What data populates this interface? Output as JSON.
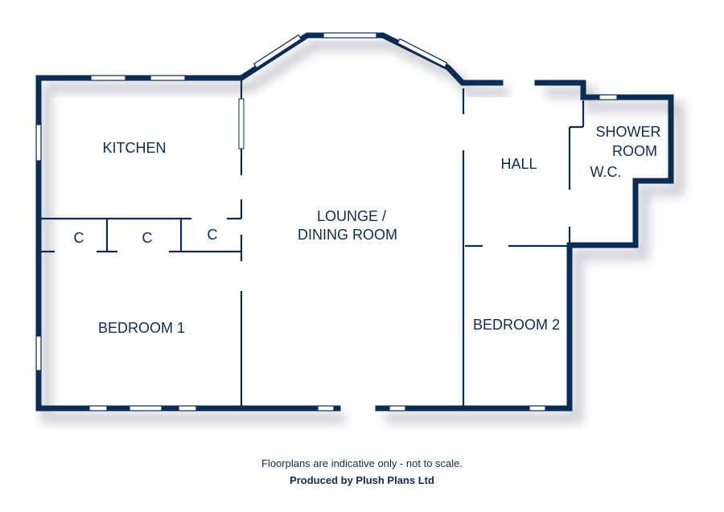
{
  "rooms": {
    "kitchen": "KITCHEN",
    "lounge_line1": "LOUNGE /",
    "lounge_line2": "DINING ROOM",
    "hall": "HALL",
    "shower_line1": "SHOWER",
    "shower_line2": "ROOM",
    "shower_line3": "W.C.",
    "bedroom1": "BEDROOM 1",
    "bedroom2": "BEDROOM 2",
    "cupboard1": "C",
    "cupboard2": "C",
    "cupboard3": "C"
  },
  "footer": {
    "disclaimer": "Floorplans are indicative only - not to scale.",
    "credit": "Produced by Plush Plans Ltd"
  },
  "colors": {
    "wall": "#0d2c54",
    "shadow": "#c9ccd2"
  }
}
